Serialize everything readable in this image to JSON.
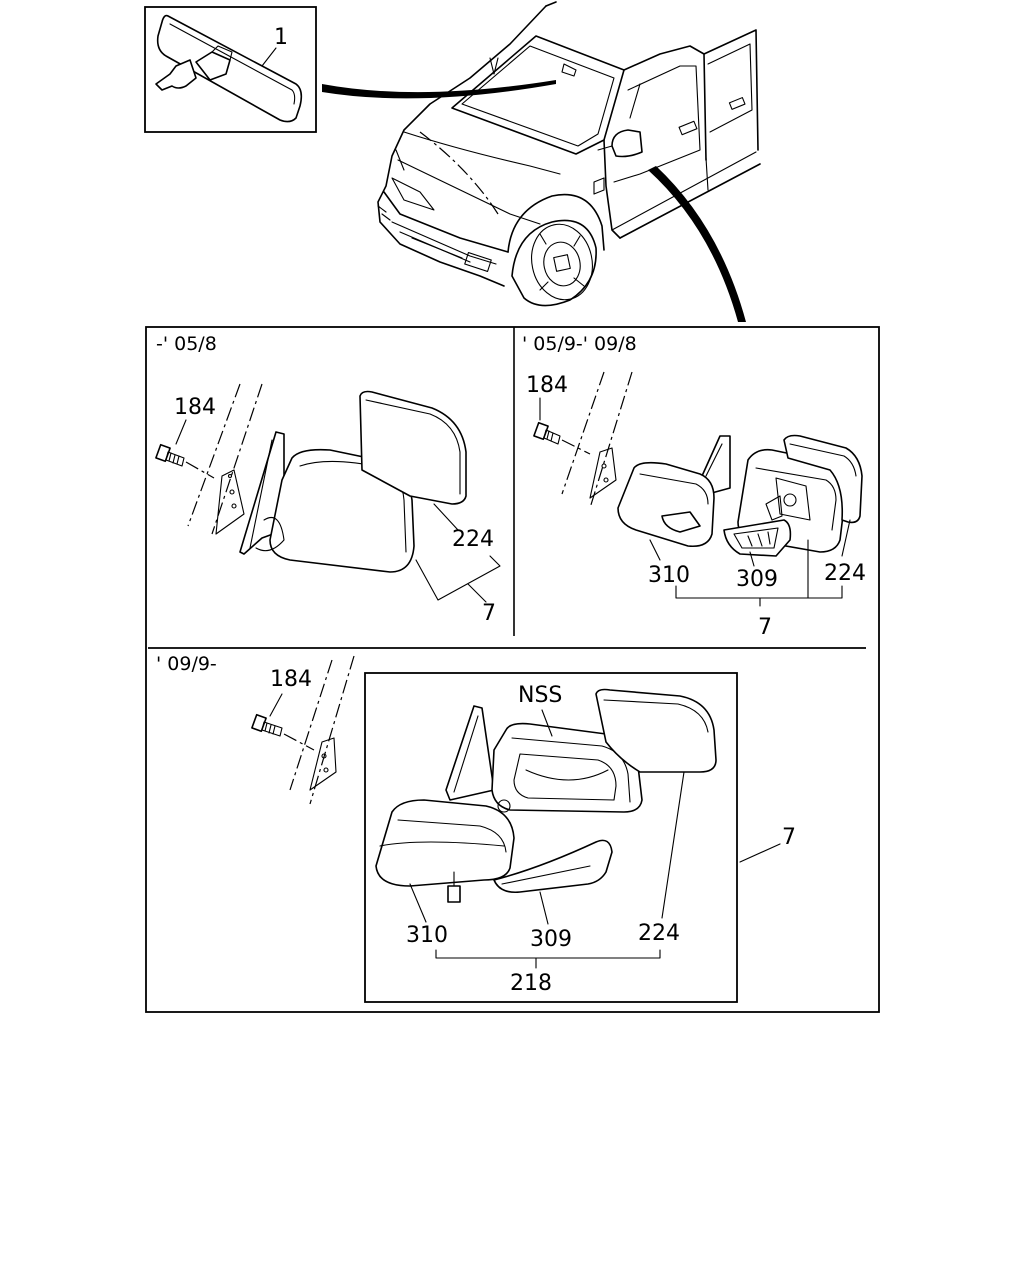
{
  "inset_rear_view": {
    "label": "1"
  },
  "panels": {
    "early": {
      "period": "-' 05/8",
      "labels": {
        "bolt": "184",
        "glass": "224",
        "assembly": "7"
      }
    },
    "mid": {
      "period": "' 05/9-' 09/8",
      "labels": {
        "bolt": "184",
        "cover": "310",
        "lamp": "309",
        "glass": "224",
        "assembly": "7"
      }
    },
    "late": {
      "period": "' 09/9-",
      "labels": {
        "bolt": "184",
        "nss": "NSS",
        "assembly": "7",
        "cover": "310",
        "lamp": "309",
        "glass": "224",
        "kit": "218"
      }
    }
  }
}
